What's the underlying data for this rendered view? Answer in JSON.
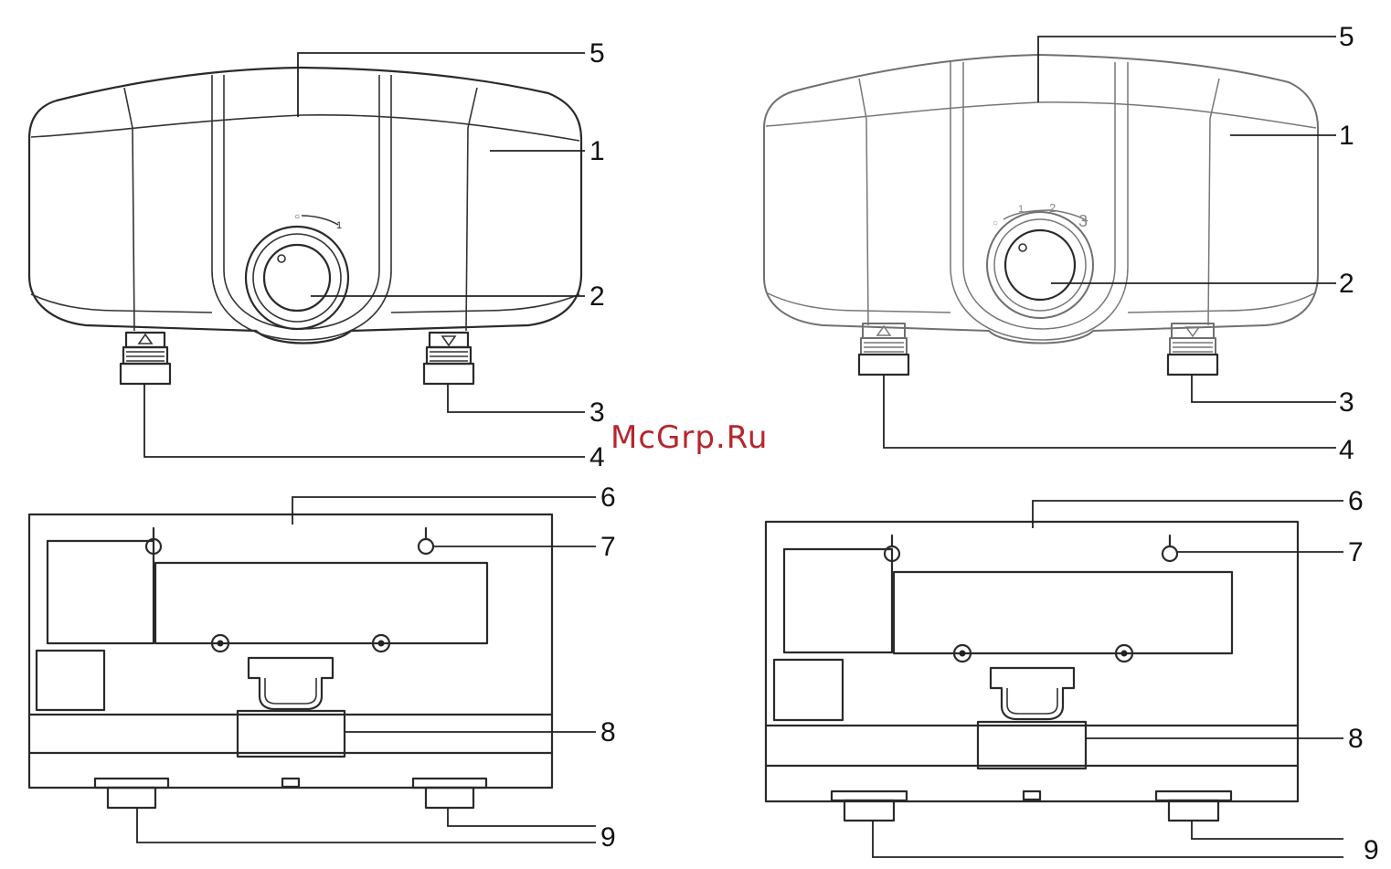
{
  "watermark": "McGrp.Ru",
  "left_front": {
    "dial_marks": [
      "1"
    ],
    "labels": {
      "housing": "1",
      "knob": "2",
      "outlet": "3",
      "inlet": "4",
      "top_cover": "5"
    }
  },
  "right_front": {
    "dial_marks": [
      "1",
      "2",
      "3"
    ],
    "labels": {
      "housing": "1",
      "knob": "2",
      "outlet": "3",
      "inlet": "4",
      "top_cover": "5"
    }
  },
  "left_back": {
    "labels": {
      "back_panel": "6",
      "mount_holes": "7",
      "clamp": "8",
      "fittings": "9"
    }
  },
  "right_back": {
    "labels": {
      "back_panel": "6",
      "mount_holes": "7",
      "clamp": "8",
      "fittings": "9"
    }
  }
}
